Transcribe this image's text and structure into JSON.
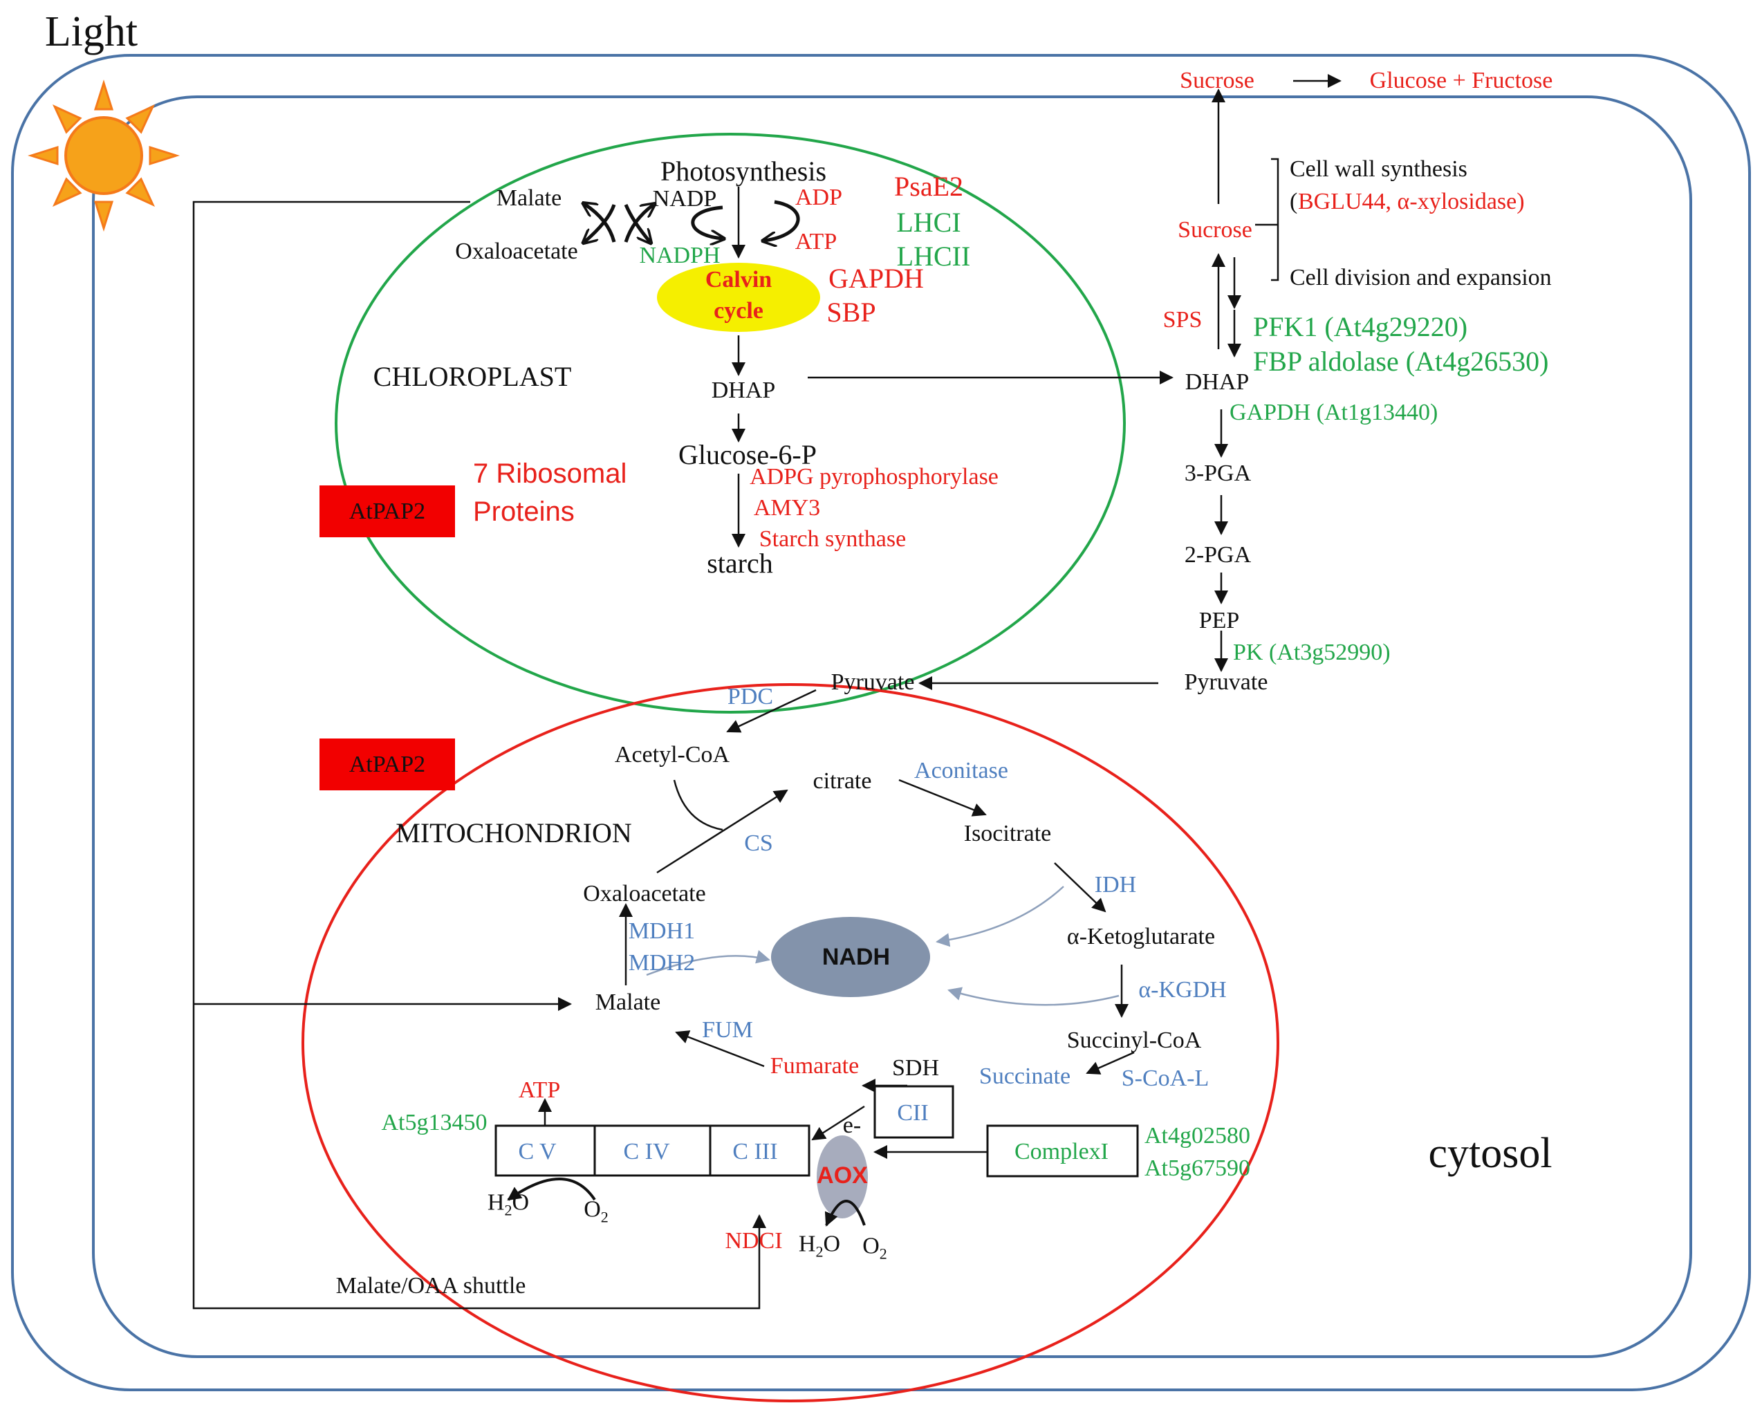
{
  "header": {
    "light": "Light"
  },
  "compartments": {
    "chloroplast": "CHLOROPLAST",
    "mitochondrion": "MITOCHONDRION",
    "cytosol": "cytosol"
  },
  "atpap2": {
    "chloroplast": "AtPAP2",
    "mitochondrion": "AtPAP2"
  },
  "colors": {
    "red": "#e8211b",
    "green": "#22a64a",
    "blue": "#4f7fbf",
    "yellow": "#f5ef00",
    "nadh": "#8393ab",
    "aox": "#a7acbd",
    "sun": "#f6a21a",
    "sun_rays": "#f57a1a",
    "cell_outline": "#4a73a6",
    "atpap2_box": "#f20000"
  },
  "icons": {
    "sun": "sun-icon"
  },
  "chloroplast": {
    "photosynthesis": "Photosynthesis",
    "nadp": "NADP",
    "nadph": "NADPH",
    "adp": "ADP",
    "atp": "ATP",
    "malate": "Malate",
    "oxaloacetate": "Oxaloacetate",
    "psae2": "PsaE2",
    "lhci": "LHCI",
    "lhcii": "LHCII",
    "calvin_line1": "Calvin",
    "calvin_line2": "cycle",
    "gapdh": "GAPDH",
    "sbp": "SBP",
    "dhap": "DHAP",
    "glucose6p": "Glucose-6-P",
    "adpg": "ADPG pyrophosphorylase",
    "amy3": "AMY3",
    "starch_synthase": "Starch synthase",
    "starch": "starch",
    "ribosomal_line1": "7 Ribosomal",
    "ribosomal_line2": "Proteins"
  },
  "cytosol_path": {
    "sucrose_top": "Sucrose",
    "glucose_fructose": "Glucose + Fructose",
    "sucrose": "Sucrose",
    "cell_wall": "Cell wall synthesis",
    "cell_wall_open": "(",
    "cell_wall_genes": "BGLU44, α-xylosidase)",
    "cell_division": "Cell division and expansion",
    "sps": "SPS",
    "pfk1": "PFK1 (At4g29220)",
    "fbp_aldolase": "FBP aldolase (At4g26530)",
    "dhap": "DHAP",
    "gapdh": "GAPDH (At1g13440)",
    "pga3": "3-PGA",
    "pga2": "2-PGA",
    "pep": "PEP",
    "pk": "PK (At3g52990)",
    "pyruvate": "Pyruvate"
  },
  "mitochondrion": {
    "pyruvate": "Pyruvate",
    "pdc": "PDC",
    "acetyl_coa": "Acetyl-CoA",
    "citrate": "citrate",
    "aconitase": "Aconitase",
    "cs": "CS",
    "isocitrate": "Isocitrate",
    "idh": "IDH",
    "alpha_kg": "α-Ketoglutarate",
    "alpha_kgdh": "α-KGDH",
    "succinyl_coa": "Succinyl-CoA",
    "s_coa_l": "S-CoA-L",
    "succinate": "Succinate",
    "sdh": "SDH",
    "fumarate": "Fumarate",
    "fum": "FUM",
    "malate": "Malate",
    "mdh1": "MDH1",
    "mdh2": "MDH2",
    "oxaloacetate": "Oxaloacetate",
    "nadh": "NADH",
    "atp": "ATP",
    "at5g13450": "At5g13450",
    "cv": "C V",
    "civ": "C IV",
    "ciii": "C III",
    "cii": "CII",
    "e_minus": "e-",
    "aox": "AOX",
    "complexi": "ComplexI",
    "at4g02580": "At4g02580",
    "at5g67590": "At5g67590",
    "h": "H",
    "two": "2",
    "o": "O",
    "ndci": "NDCI"
  },
  "shuttle": "Malate/OAA shuttle"
}
